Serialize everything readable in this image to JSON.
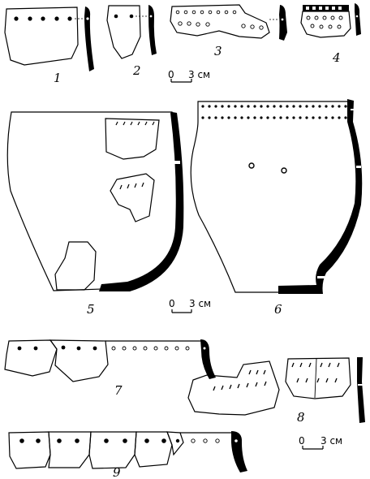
{
  "figures": [
    {
      "number": "1"
    },
    {
      "number": "2"
    },
    {
      "number": "3"
    },
    {
      "number": "4"
    },
    {
      "number": "5"
    },
    {
      "number": "6"
    },
    {
      "number": "7"
    },
    {
      "number": "8"
    },
    {
      "number": "9"
    }
  ],
  "scale_bars": [
    {
      "zero": "0",
      "value": "3 см"
    },
    {
      "zero": "0",
      "value": "3 см"
    },
    {
      "zero": "0",
      "value": "3 см"
    }
  ],
  "colors": {
    "ink": "#000000",
    "paper": "#ffffff"
  }
}
